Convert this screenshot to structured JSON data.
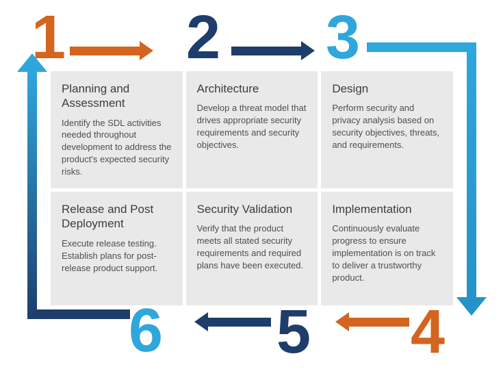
{
  "steps": [
    {
      "number": "1",
      "title": "Planning and Assessment",
      "body": "Identify the SDL activities needed throughout development to address the product's expected security risks.",
      "color": "#D4641F"
    },
    {
      "number": "2",
      "title": "Architecture",
      "body": "Develop a threat model that drives appropriate security requirements and security objectives.",
      "color": "#1E3D6B"
    },
    {
      "number": "3",
      "title": "Design",
      "body": "Perform security and privacy analysis based on security objectives, threats, and requirements.",
      "color": "#2FA6DC"
    },
    {
      "number": "4",
      "title": "Implementation",
      "body": "Continuously evaluate progress to ensure implementation is on track to deliver a trustworthy product.",
      "color": "#D4641F"
    },
    {
      "number": "5",
      "title": "Security Validation",
      "body": "Verify that the product meets all stated security requirements and required plans have been executed.",
      "color": "#1E3D6B"
    },
    {
      "number": "6",
      "title": "Release and Post Deployment",
      "body": "Execute release testing. Establish plans for post-release product support.",
      "color": "#2FA6DC"
    }
  ],
  "colors": {
    "orange": "#D4641F",
    "navy": "#1E3D6B",
    "light_blue": "#2FA6DC",
    "card_background": "#E9E9E9",
    "title_text": "#3C3C3C",
    "body_text": "#4E4E4E"
  }
}
